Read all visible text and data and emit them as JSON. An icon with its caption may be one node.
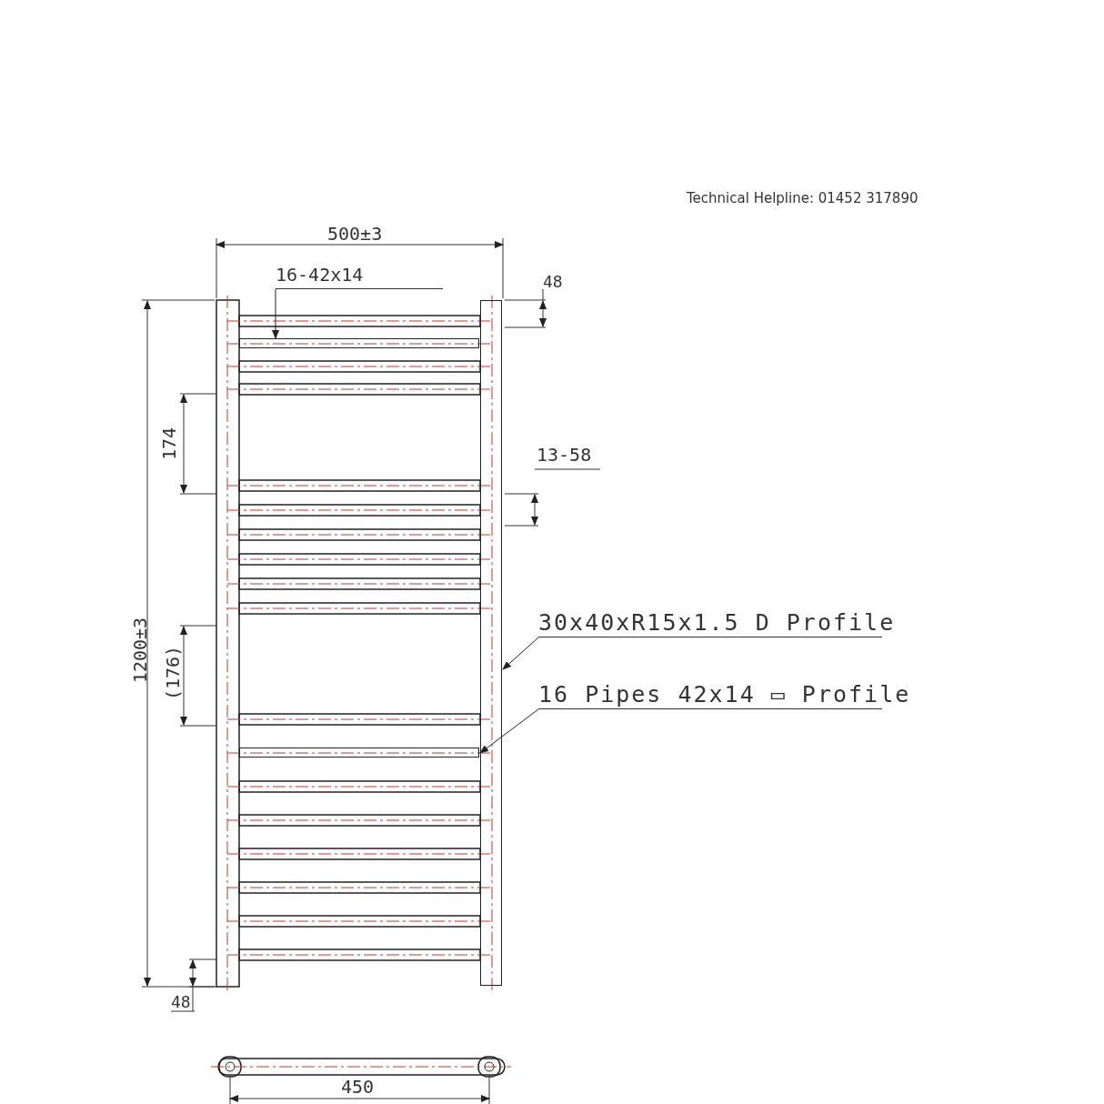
{
  "diagram": {
    "nodes": [
      {
        "text": [
          "30x40xR15x1.5 D Profile"
        ]
      },
      {
        "text": [],
        "shape": "bar"
      },
      {
        "text": [
          "16 Pipes 42x14 ▭ Profile"
        ]
      },
      {
        "text": [],
        "shape": "bar"
      },
      {
        "text": [
          "16-42x14"
        ]
      },
      {
        "text": [],
        "shape": "bar"
      }
    ],
    "edges": [
      {
        "from": 0,
        "to": 1,
        "arrow": "to"
      },
      {
        "from": 2,
        "to": 3,
        "arrow": "to"
      },
      {
        "from": 4,
        "to": 5,
        "arrow": "to"
      }
    ],
    "labels": [
      "Technical Helpline: 01452 317890",
      "500±3",
      "48",
      "13-58",
      "174",
      "1200±3",
      "(176)",
      "48",
      "450"
    ]
  }
}
